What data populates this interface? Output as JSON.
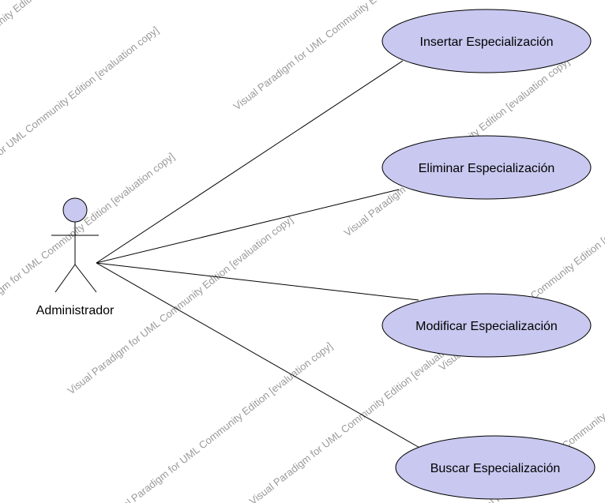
{
  "diagram": {
    "type": "use-case",
    "actor": {
      "name": "Administrador"
    },
    "use_cases": [
      {
        "label": "Insertar Especialización"
      },
      {
        "label": "Eliminar Especialización"
      },
      {
        "label": "Modificar Especialización"
      },
      {
        "label": "Buscar Especialización"
      }
    ],
    "colors": {
      "use_case_fill": "#c8c8f0",
      "actor_head_fill": "#c8c8f0",
      "stroke": "#000000",
      "watermark": "#9a9a9a"
    }
  },
  "watermark": {
    "segments": [
      "Visual Paradigm for UML Community Edition [evaluation copy]",
      "Visual Paradigm for UML Community Edition [evaluation copy]",
      "Visual Paradigm for UML Community Edition [evaluation copy]",
      "Visual Paradigm for UML Community Edition [evaluation copy]",
      "Visual Paradigm for UML Community Edition [evaluation copy]",
      "Visual Paradigm for UML Community Edition [evaluation copy]",
      "Visual Paradigm for UML Community Edition [evaluation copy]",
      "Visual Paradigm for UML Community Edition [evaluation copy]",
      "Visual Paradigm for UML Community Edition [evaluation copy]",
      "Visual Paradigm for UML Community Edition [evaluation copy]"
    ]
  }
}
